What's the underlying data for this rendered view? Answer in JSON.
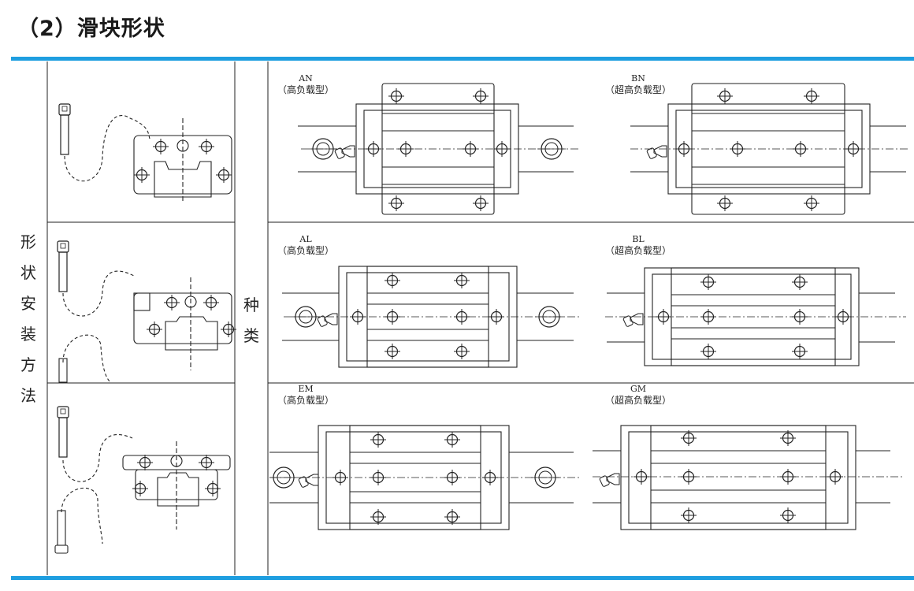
{
  "title": "（2）滑块形状",
  "colors": {
    "accent": "#1e9ee0",
    "line": "#222222"
  },
  "left_header_chars": [
    "形",
    "状",
    "安",
    "装",
    "方",
    "法"
  ],
  "mid_header_chars": [
    "种",
    "类"
  ],
  "types": [
    {
      "code": "AN",
      "desc": "（高负载型）"
    },
    {
      "code": "BN",
      "desc": "（超高负载型）"
    },
    {
      "code": "AL",
      "desc": "（高负载型）"
    },
    {
      "code": "BL",
      "desc": "（超高负载型）"
    },
    {
      "code": "EM",
      "desc": "（高负载型）"
    },
    {
      "code": "GM",
      "desc": "（超高负载型）"
    }
  ]
}
